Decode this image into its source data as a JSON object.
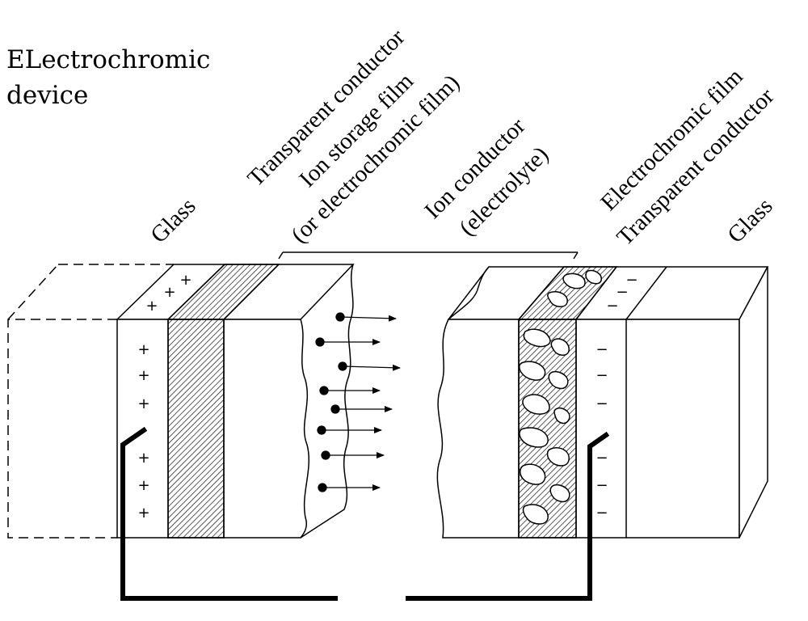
{
  "title": {
    "line1": "ELectrochromic",
    "line2": "device"
  },
  "labels": {
    "glass_left": "Glass",
    "transparent_conductor_left": "Transparent conductor",
    "ion_storage_film": "Ion storage film",
    "or_electrochromic_film": "(or electrochromic film)",
    "ion_conductor": "Ion conductor",
    "electrolyte": "(electrolyte)",
    "electrochromic_film": "Electrochromic film",
    "transparent_conductor_right": "Transparent conductor",
    "glass_right": "Glass"
  },
  "charges": {
    "positive": "+",
    "negative": "−"
  },
  "colors": {
    "line": "#000000",
    "background": "#ffffff"
  }
}
